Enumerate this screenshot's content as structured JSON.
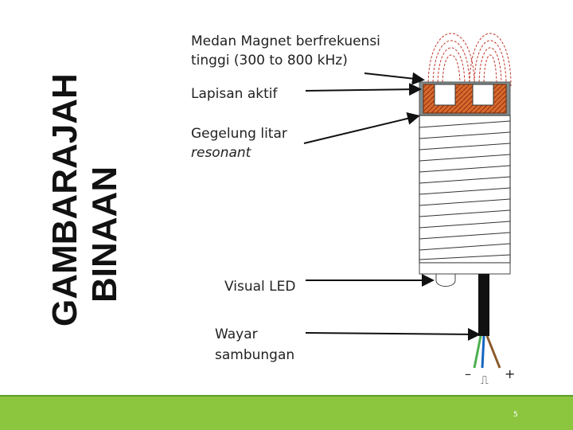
{
  "title": {
    "line1": "GAMBARAJAH",
    "line2": "BINAAN"
  },
  "labels": {
    "magnetic_field": "Medan Magnet berfrekuensi",
    "magnetic_field_2": "tinggi (300 to 800 kHz)",
    "active_layer": "Lapisan aktif",
    "coil": "Gegelung litar",
    "coil_italic": "resonant",
    "led": "Visual LED",
    "wire": "Wayar",
    "wire_2": "sambungan"
  },
  "terminals": {
    "minus": "–",
    "signal": "⎍",
    "plus": "+"
  },
  "colors": {
    "footer": "#8cc63f",
    "coil_core": "#c8602a",
    "field_lines": "#c0392b",
    "sensor_body": "#ffffff"
  },
  "page_number": "5"
}
